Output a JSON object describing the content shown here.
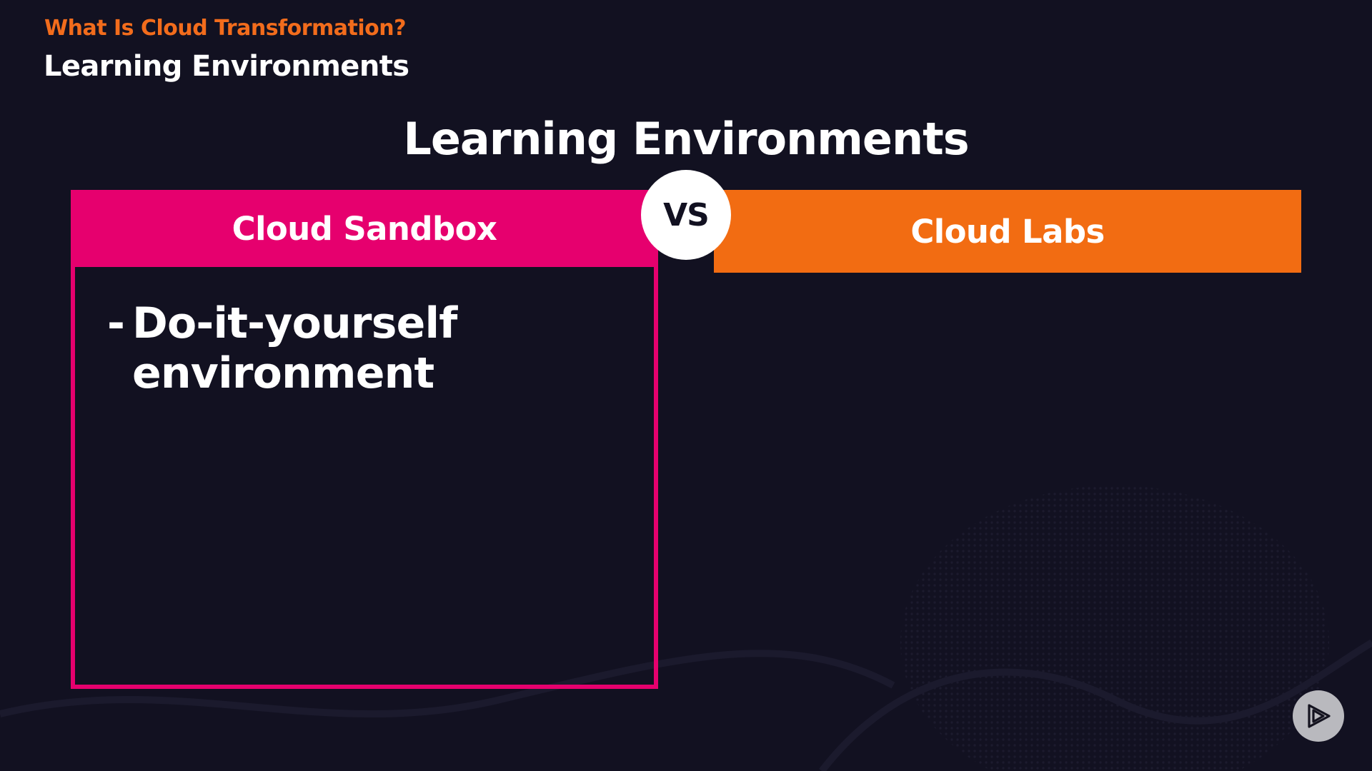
{
  "header": {
    "module_label": "What Is Cloud Transformation?",
    "clip_title": "Learning Environments"
  },
  "slide": {
    "title": "Learning Environments",
    "vs_label": "VS",
    "left": {
      "heading": "Cloud Sandbox",
      "bullets": [
        "Do-it-yourself environment"
      ]
    },
    "right": {
      "heading": "Cloud Labs"
    }
  },
  "player": {
    "logo_icon": "play-logo-icon"
  },
  "colors": {
    "background": "#121121",
    "accent_orange": "#f26c12",
    "accent_pink": "#e6006e",
    "white": "#ffffff"
  }
}
